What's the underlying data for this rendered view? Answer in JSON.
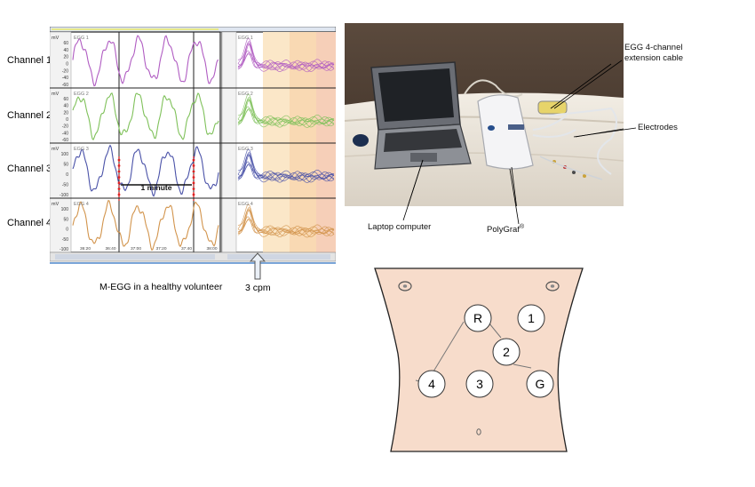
{
  "egg_panel": {
    "channels": [
      "Channel  1",
      "Channel  2",
      "Channel  3",
      "Channel  4"
    ],
    "trace_names": [
      "EGG 1",
      "EGG 2",
      "EGG 3",
      "EGG 4"
    ],
    "unit_label": "mV",
    "y_ticks": {
      "channel1": [
        "60",
        "40",
        "20",
        "0",
        "-20",
        "-40",
        "-60"
      ],
      "channel2": [
        "60",
        "40",
        "20",
        "0",
        "-20",
        "-40",
        "-60"
      ],
      "channel3": [
        "100",
        "50",
        "0",
        "-50",
        "-100"
      ],
      "channel4": [
        "100",
        "50",
        "0",
        "-50",
        "-100"
      ]
    },
    "time_ticks": [
      "36:20",
      "36:40",
      "37:00",
      "37:20",
      "37:40",
      "38:00"
    ],
    "one_minute_label": "1 minute",
    "caption": "M-EGG in a healthy volunteer",
    "cpm_label": "3 cpm",
    "trace_colors": [
      "#b05cc2",
      "#7fc15a",
      "#4a52a8",
      "#d2944c"
    ]
  },
  "photo": {
    "labels": {
      "cable": "EGG 4-channel extension cable",
      "cable_line1": "EGG 4-channel",
      "cable_line2": "extension cable",
      "electrodes": "Electrodes",
      "laptop": "Laptop computer",
      "polygraf": "PolyGraf",
      "polygraf_sup": "®"
    }
  },
  "torso": {
    "electrodes": [
      "R",
      "1",
      "2",
      "4",
      "3",
      "G"
    ],
    "skin_color": "#f7dccb"
  }
}
